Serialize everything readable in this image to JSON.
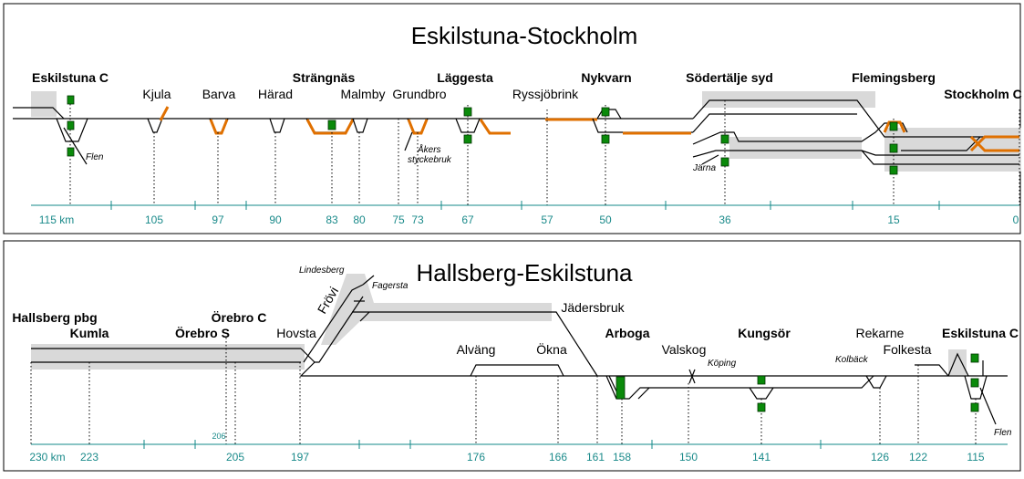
{
  "top": {
    "title": "Eskilstuna-Stockholm",
    "stations": [
      {
        "key": "eskc",
        "label": "Eskilstuna C",
        "bold": true
      },
      {
        "key": "kjula",
        "label": "Kjula",
        "bold": false
      },
      {
        "key": "barva",
        "label": "Barva",
        "bold": false
      },
      {
        "key": "harad",
        "label": "Härad",
        "bold": false
      },
      {
        "key": "strangnas",
        "label": "Strängnäs",
        "bold": true
      },
      {
        "key": "malmby",
        "label": "Malmby",
        "bold": false
      },
      {
        "key": "grundbro",
        "label": "Grundbro",
        "bold": false
      },
      {
        "key": "laggesta",
        "label": "Läggesta",
        "bold": true
      },
      {
        "key": "ryssjobrink",
        "label": "Ryssjöbrink",
        "bold": false
      },
      {
        "key": "nykvarn",
        "label": "Nykvarn",
        "bold": true
      },
      {
        "key": "sodertalje",
        "label": "Södertälje syd",
        "bold": true
      },
      {
        "key": "flemingsberg",
        "label": "Flemingsberg",
        "bold": true
      },
      {
        "key": "stockholm",
        "label": "Stockholm C",
        "bold": true
      }
    ],
    "notes": {
      "flen": "Flen",
      "akers1": "Åkers",
      "akers2": "styckebruk",
      "jarna": "Järna"
    },
    "km": [
      "115 km",
      "105",
      "97",
      "90",
      "83",
      "80",
      "75",
      "73",
      "67",
      "57",
      "50",
      "36",
      "15",
      "0"
    ]
  },
  "bottom": {
    "title": "Hallsberg-Eskilstuna",
    "stations": [
      {
        "key": "hallsberg",
        "label": "Hallsberg pbg",
        "bold": true
      },
      {
        "key": "kumla",
        "label": "Kumla",
        "bold": true
      },
      {
        "key": "orebroc",
        "label": "Örebro C",
        "bold": true
      },
      {
        "key": "orebros",
        "label": "Örebro S",
        "bold": true
      },
      {
        "key": "hovsta",
        "label": "Hovsta",
        "bold": false
      },
      {
        "key": "jadersbruk",
        "label": "Jädersbruk",
        "bold": false
      },
      {
        "key": "alvang",
        "label": "Alväng",
        "bold": false
      },
      {
        "key": "okna",
        "label": "Ökna",
        "bold": false
      },
      {
        "key": "arboga",
        "label": "Arboga",
        "bold": true
      },
      {
        "key": "valskog",
        "label": "Valskog",
        "bold": false
      },
      {
        "key": "kungsor",
        "label": "Kungsör",
        "bold": true
      },
      {
        "key": "rekarne",
        "label": "Rekarne",
        "bold": false
      },
      {
        "key": "folkesta",
        "label": "Folkesta",
        "bold": false
      },
      {
        "key": "eskc2",
        "label": "Eskilstuna C",
        "bold": true
      }
    ],
    "notes": {
      "lindesberg": "Lindesberg",
      "fagersta": "Fagersta",
      "frovi": "Frövi",
      "koping": "Köping",
      "kolback": "Kolbäck",
      "flen": "Flen",
      "km206": "206"
    },
    "km": [
      "230 km",
      "223",
      "205",
      "197",
      "176",
      "166",
      "161",
      "158",
      "150",
      "141",
      "126",
      "122",
      "115"
    ]
  }
}
